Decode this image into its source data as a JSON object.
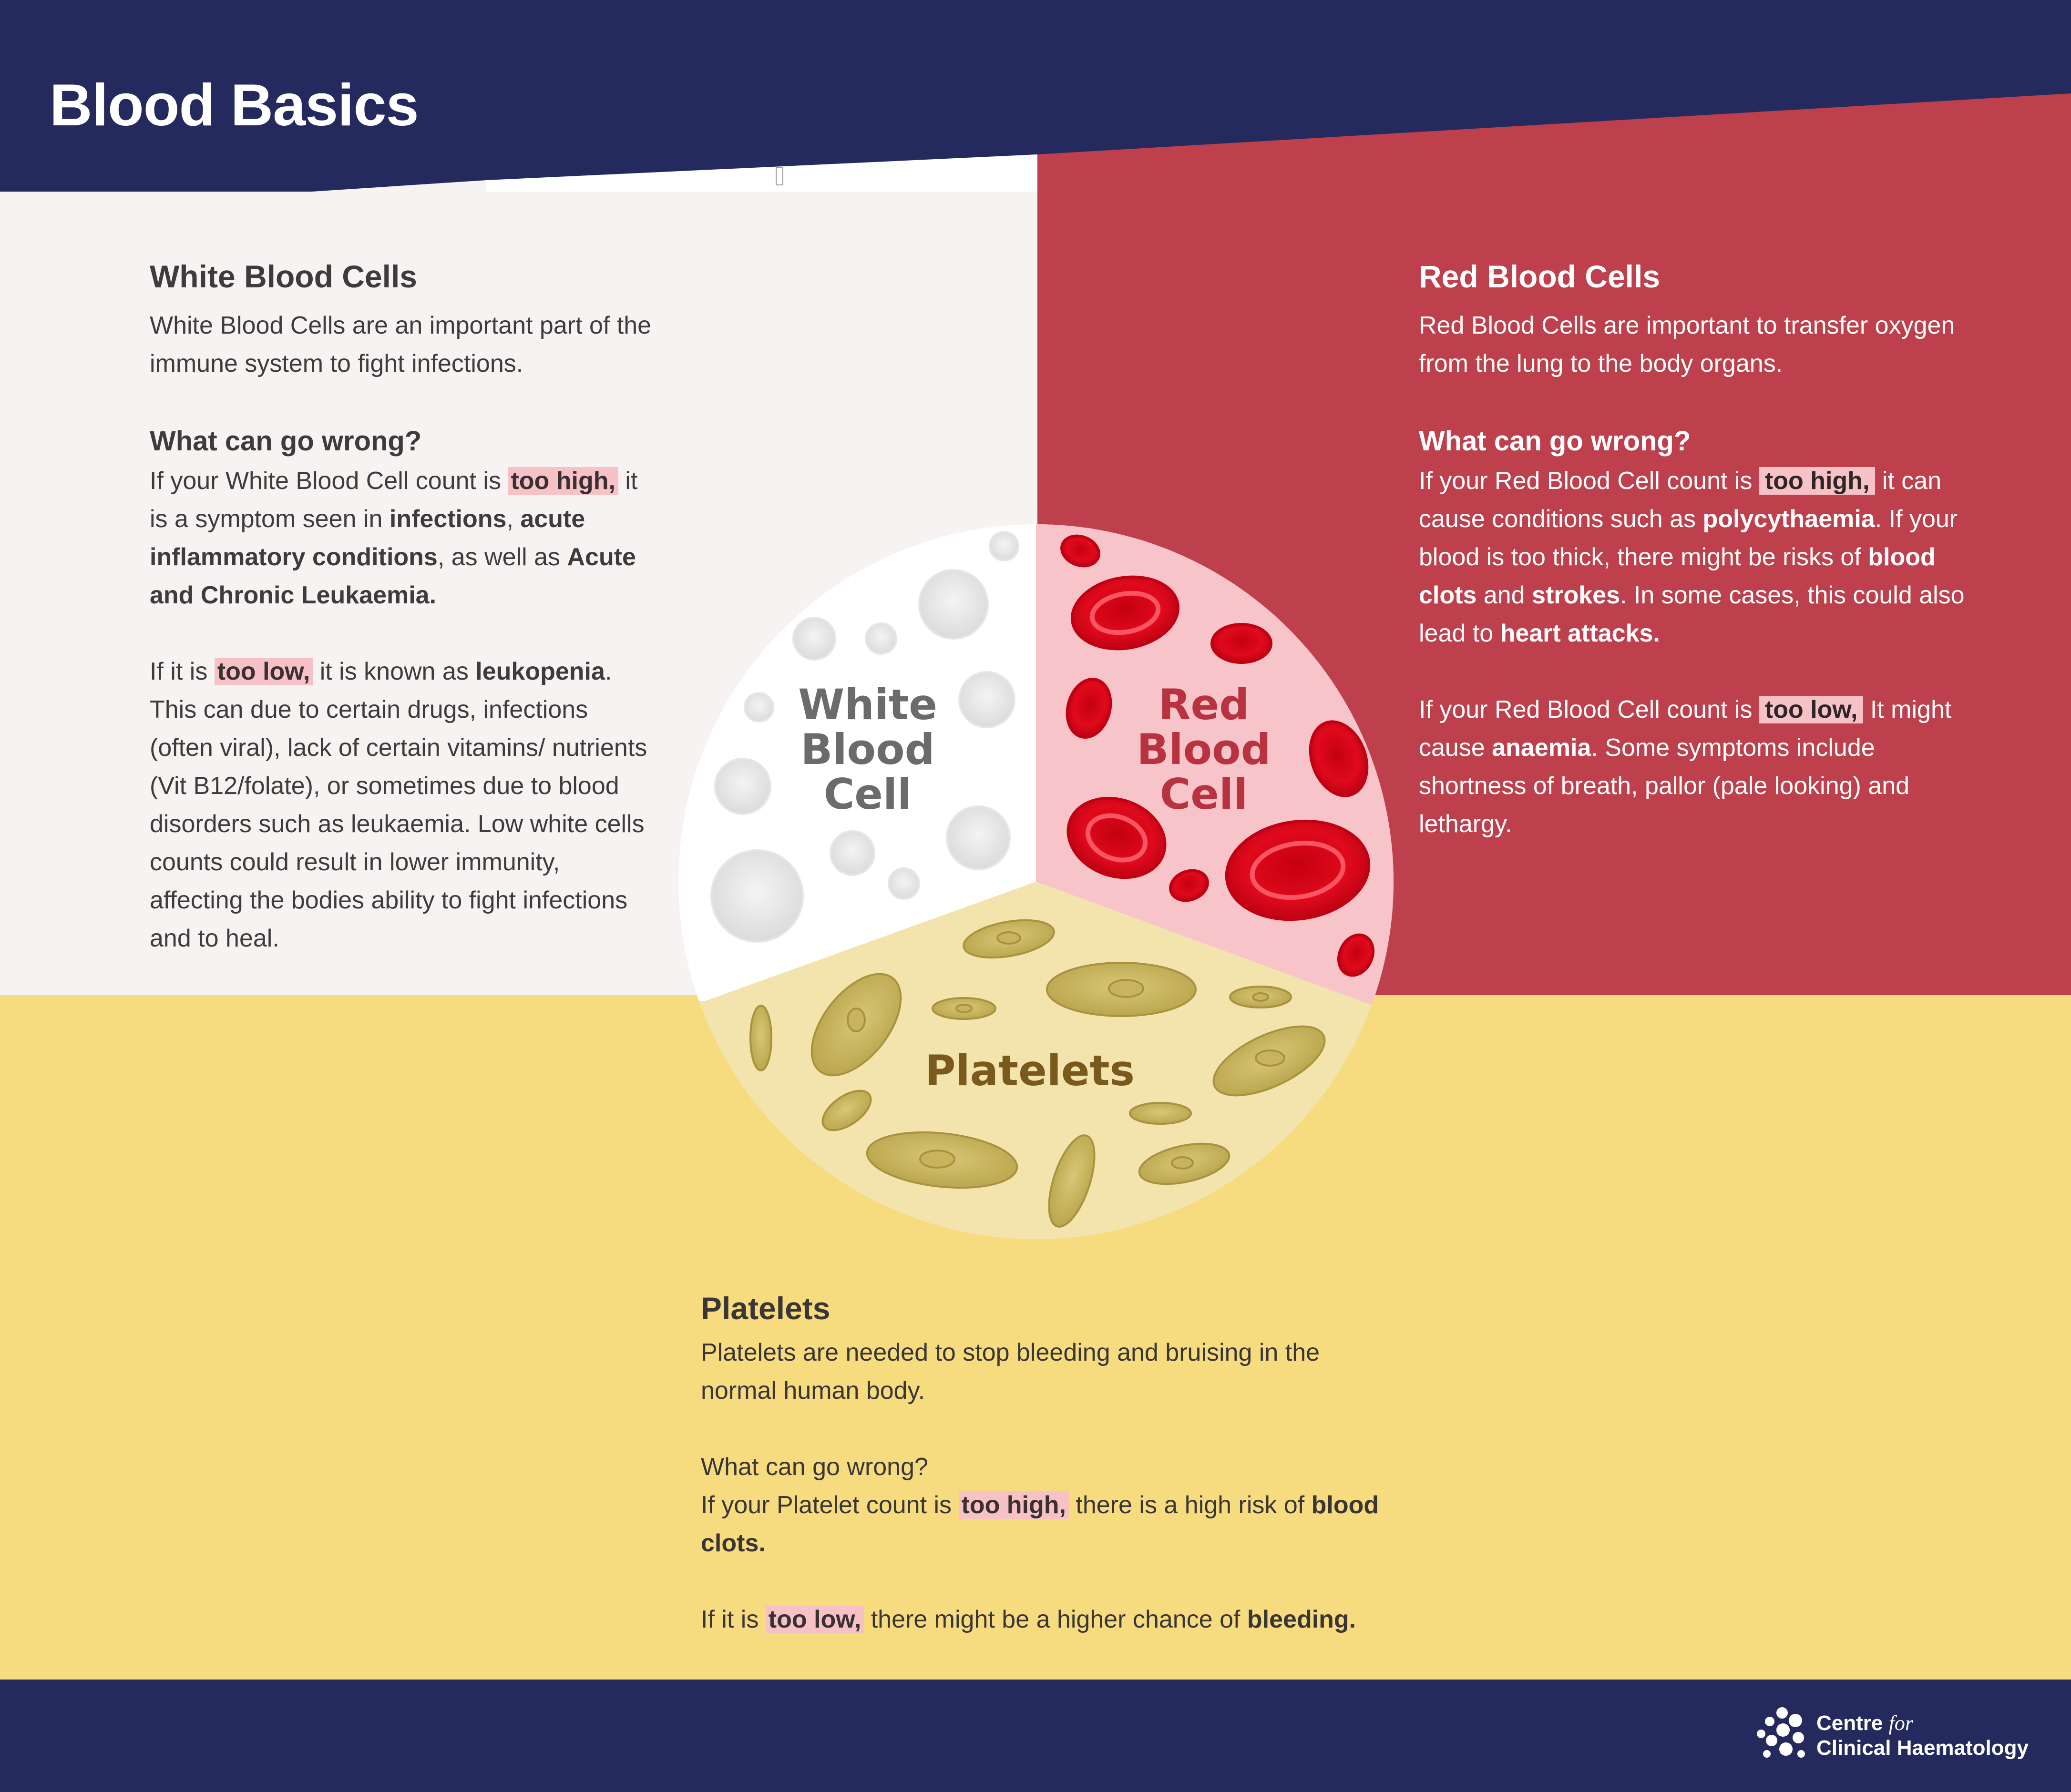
{
  "page": {
    "title": "Blood Basics",
    "colors": {
      "navy": "#24295e",
      "red_panel": "#bd404c",
      "light_panel": "#f7f3f2",
      "yellow_panel": "#f6dc7e",
      "highlight": "#f6c2c6"
    }
  },
  "wbc": {
    "heading": "White Blood Cells",
    "intro": "White Blood Cells are an important part of the immune system to fight infections.",
    "question": "What can go wrong?",
    "high_1": "If your White Blood Cell count is ",
    "high_hl": "too high,",
    "high_2": " it is a symptom seen in ",
    "high_b1": "infections",
    "high_3": ", ",
    "high_b2": "acute inflammatory conditions",
    "high_4": ", as well as ",
    "high_b3": "Acute and Chronic Leukaemia.",
    "low_1": "If it is ",
    "low_hl": "too low,",
    "low_2": " it is known as ",
    "low_b1": "leukopenia",
    "low_3": ". This can due to certain drugs, infections (often viral), lack of certain vitamins/ nutrients (Vit B12/folate), or sometimes due to blood disorders such as leukaemia. Low white cells counts could result in lower immunity, affecting the bodies ability to fight infections and to heal."
  },
  "rbc": {
    "heading": "Red Blood Cells",
    "intro": "Red Blood Cells are important to transfer oxygen from the lung to the body organs.",
    "question": "What can go wrong?",
    "high_1": "If your Red Blood Cell count is ",
    "high_hl": "too high,",
    "high_2": " it can cause conditions such as ",
    "high_b1": "polycythaemia",
    "high_3": ". If your blood is too thick, there might be risks of ",
    "high_b2": "blood clots",
    "high_4": " and ",
    "high_b3": "strokes",
    "high_5": ". In some cases, this could also lead to ",
    "high_b4": "heart attacks.",
    "low_1": "If your Red Blood Cell count is ",
    "low_hl": "too low,",
    "low_2": " It might cause ",
    "low_b1": "anaemia",
    "low_3": ". Some symptoms include shortness of breath, pallor (pale looking) and lethargy."
  },
  "platelets": {
    "heading": "Platelets",
    "intro": "Platelets are needed to stop bleeding and bruising in the normal human body.",
    "question": "What can go wrong?",
    "high_1": "If your Platelet count is ",
    "high_hl": "too high,",
    "high_2": " there is a high risk of ",
    "high_b1": "blood clots.",
    "low_1": "If it is ",
    "low_hl": "too low,",
    "low_2": " there might be a higher chance of ",
    "low_b1": "bleeding."
  },
  "circle": {
    "wbc_l1": "White",
    "wbc_l2": "Blood",
    "wbc_l3": "Cell",
    "rbc_l1": "Red",
    "rbc_l2": "Blood",
    "rbc_l3": "Cell",
    "plt": "Platelets"
  },
  "logo": {
    "line1_a": "Centre ",
    "line1_b": "for",
    "line2": "Clinical Haematology",
    "icon": "dots-cluster-icon"
  }
}
